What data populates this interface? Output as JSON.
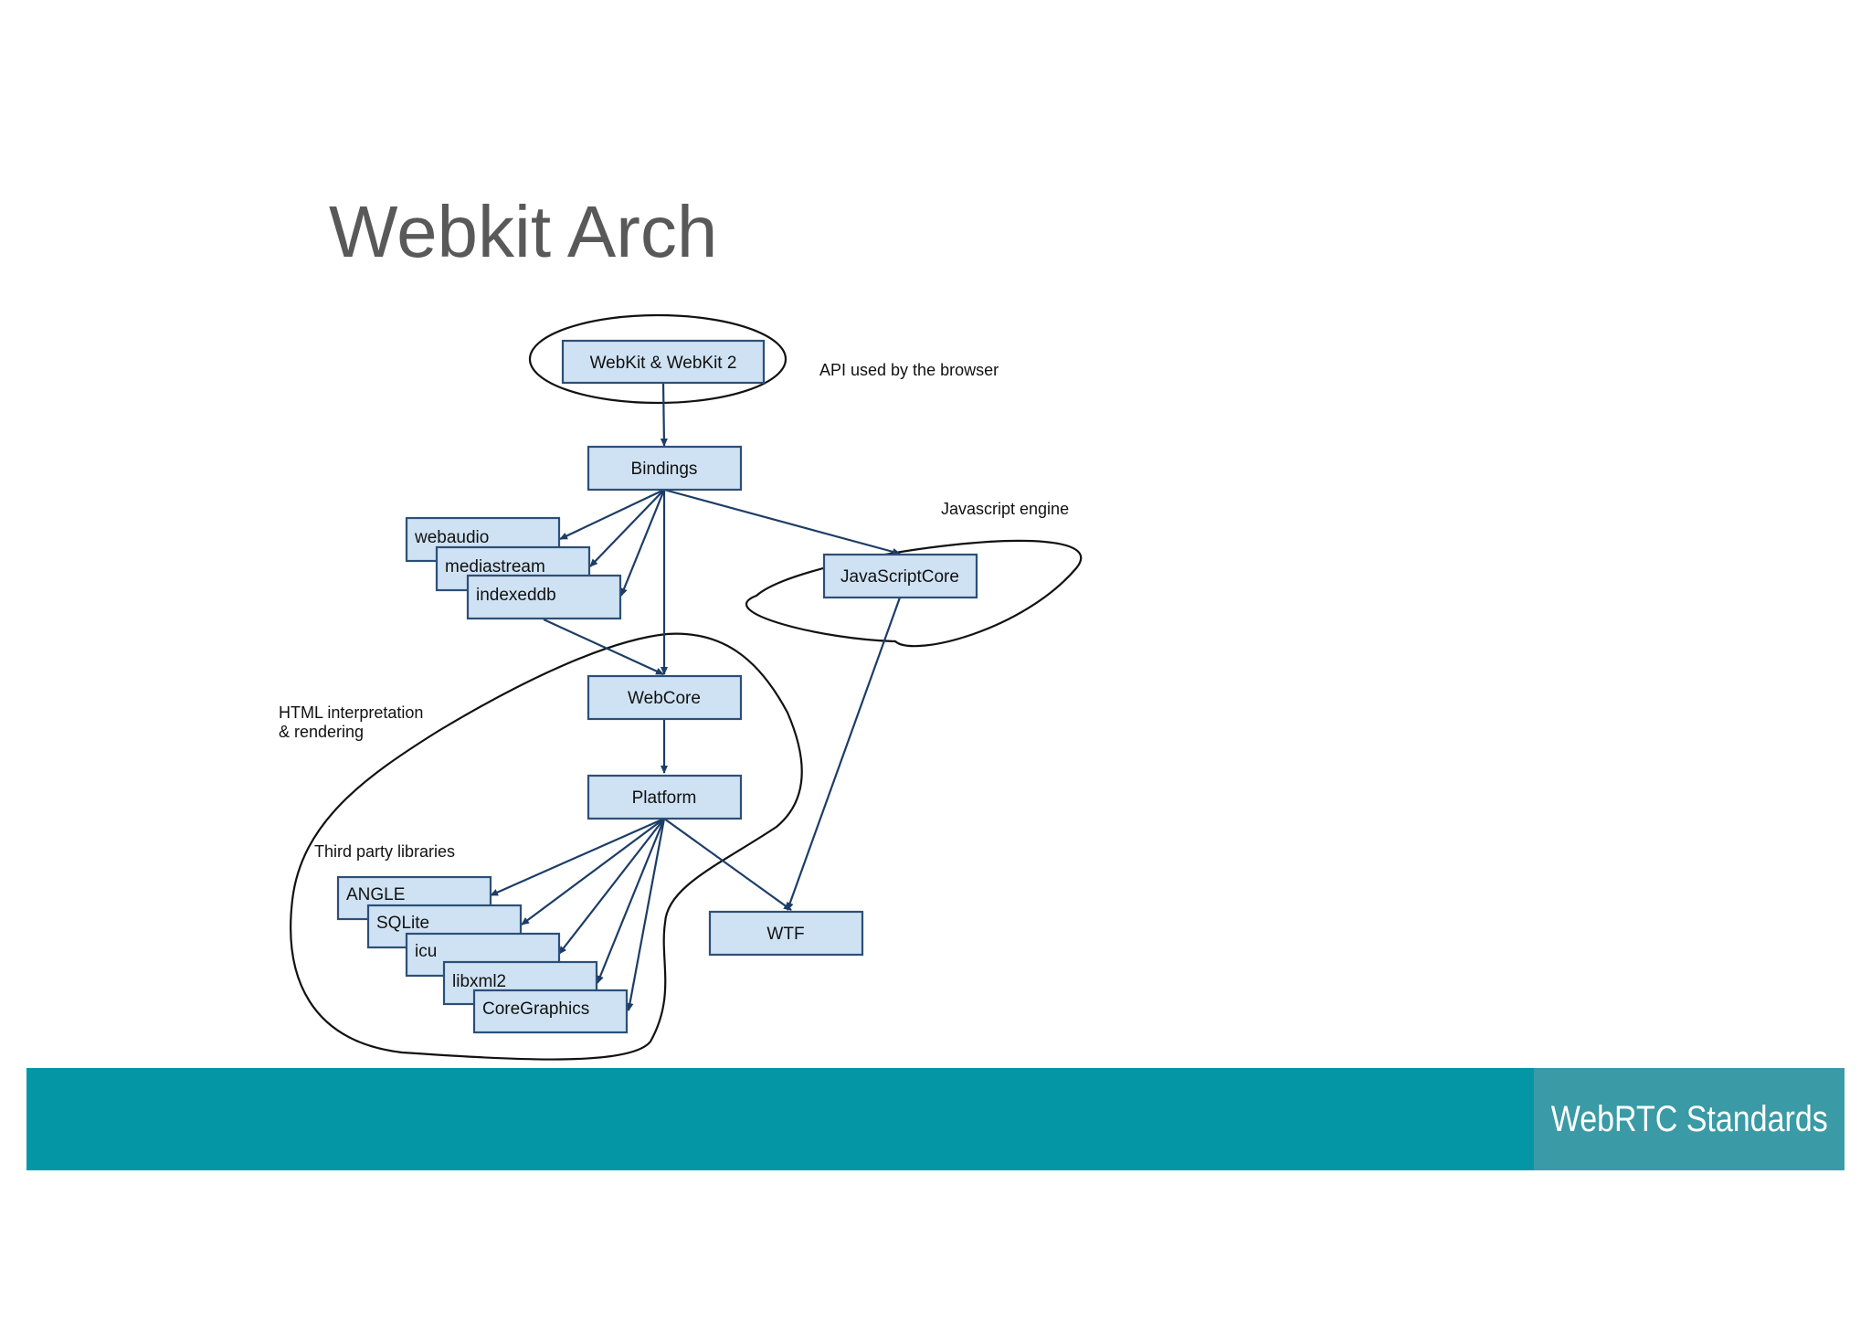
{
  "slide": {
    "title": "Webkit Arch"
  },
  "diagram": {
    "nodes": {
      "webkit": "WebKit & WebKit 2",
      "bindings": "Bindings",
      "webaudio": "webaudio",
      "mediastream": "mediastream",
      "indexeddb": "indexeddb",
      "javascriptcore": "JavaScriptCore",
      "webcore": "WebCore",
      "platform": "Platform",
      "angle": "ANGLE",
      "sqlite": "SQLite",
      "icu": "icu",
      "libxml2": "libxml2",
      "coregraphics": "CoreGraphics",
      "wtf": "WTF"
    },
    "annotations": {
      "api": "API used by the browser",
      "js_engine": "Javascript engine",
      "html_line1": "HTML interpretation",
      "html_line2": "& rendering",
      "third_party": "Third party libraries"
    },
    "colors": {
      "box_fill": "#cfe2f3",
      "box_stroke": "#2c4f78",
      "arrow": "#1c3d66",
      "outline": "#111111"
    }
  },
  "footer": {
    "label": "WebRTC Standards",
    "bar_color": "#0596a6",
    "label_box_color": "#3a9aa6"
  }
}
